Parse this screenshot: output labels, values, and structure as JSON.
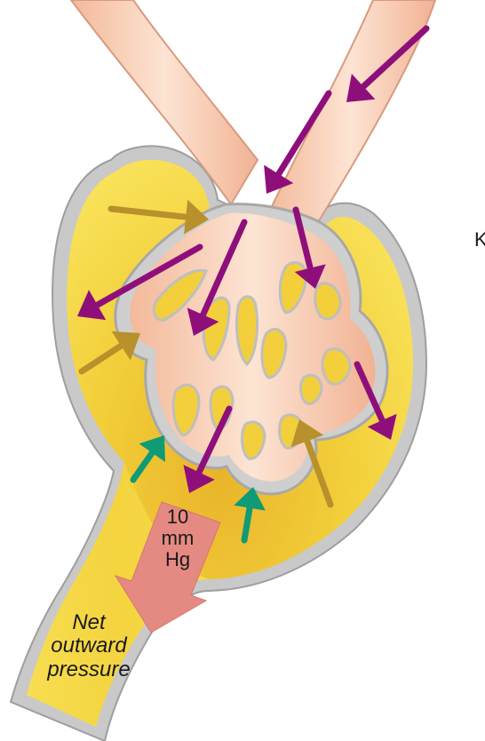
{
  "pressure_arrow": {
    "value": "10",
    "unit_line1": "mm",
    "unit_line2": "Hg"
  },
  "net_pressure": {
    "line1": "Net",
    "line2": "outward",
    "line3": "pressure"
  },
  "cropped_label": "K",
  "colors": {
    "capsule_fill": "#f6dc3c",
    "capsule_shadow": "#e2b62a",
    "capsule_border": "#c9c9c9",
    "vessel_fill": "#f8c9ad",
    "vessel_highlight": "#fde6d6",
    "vessel_outline": "#d89a80",
    "hydrostatic_arrow": "#8e0f7a",
    "capsular_arrow": "#b8902c",
    "osmotic_arrow": "#109a76",
    "net_arrow": "#e58a82"
  }
}
